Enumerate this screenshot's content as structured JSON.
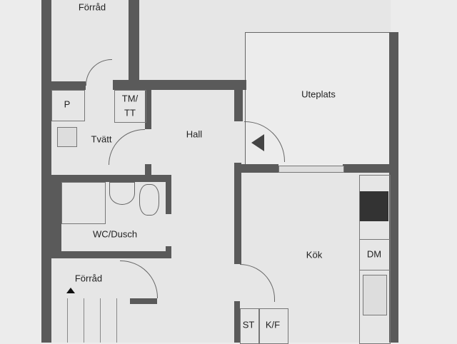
{
  "rooms": {
    "forrad_top": "Förråd",
    "p": "P",
    "tm_tt_line1": "TM/",
    "tm_tt_line2": "TT",
    "tvatt": "Tvätt",
    "hall": "Hall",
    "uteplats": "Uteplats",
    "wc_dusch": "WC/Dusch",
    "kok": "Kök",
    "dm": "DM",
    "forrad_bottom": "Förråd",
    "st": "ST",
    "kf": "K/F"
  },
  "colors": {
    "wall": "#5a5a5a",
    "floor": "#e6e6e6"
  }
}
